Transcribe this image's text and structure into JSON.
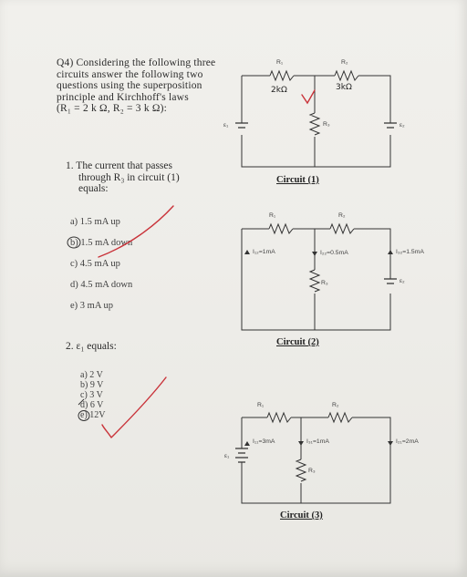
{
  "question": {
    "heading_lines": [
      "Q4) Considering the following three",
      "circuits answer the following two",
      "questions using the superposition",
      "principle  and  Kirchhoff's  laws",
      "(R₁ = 2 k Ω,  R₂ = 3 k Ω):"
    ]
  },
  "q1": {
    "lines": [
      "1.  The    current    that    passes",
      "through  R₃  in  circuit  (1)",
      "equals:"
    ],
    "options": [
      "a) 1.5 mA up",
      "b) 1.5 mA down",
      "c) 4.5 mA up",
      "d) 4.5 mA down",
      "e) 3 mA up"
    ],
    "circled_option": "b"
  },
  "q2": {
    "text": "2.  ε₁ equals:",
    "options": [
      "a)  2 V",
      "b)  9 V",
      "c)  3 V",
      "d)  6 V",
      "e)  12V"
    ],
    "circled_option": "e"
  },
  "circuit1": {
    "title": "Circuit (1)",
    "r1": "R₁",
    "r2": "R₂",
    "r3": "R₃",
    "e1": "ε₁",
    "e2": "ε₂",
    "note_r1": "2kΩ",
    "note_r2": "3kΩ"
  },
  "circuit2": {
    "title": "Circuit (2)",
    "r1": "R₁",
    "r2": "R₂",
    "r3": "R₃",
    "e2": "ε₂",
    "i1": "I₁₂=1mA",
    "i2": "I₂₂=0.5mA",
    "i3": "I₃₂=1.5mA"
  },
  "circuit3": {
    "title": "Circuit (3)",
    "r1": "R₁",
    "r2": "R₂",
    "r3": "R₃",
    "e1": "ε₁",
    "i1": "I₁₁=3mA",
    "i2": "I₃₁=1mA",
    "i3": "I₂₁=2mA"
  },
  "colors": {
    "ink": "#2b2b2b",
    "pen": "#c9333a"
  }
}
